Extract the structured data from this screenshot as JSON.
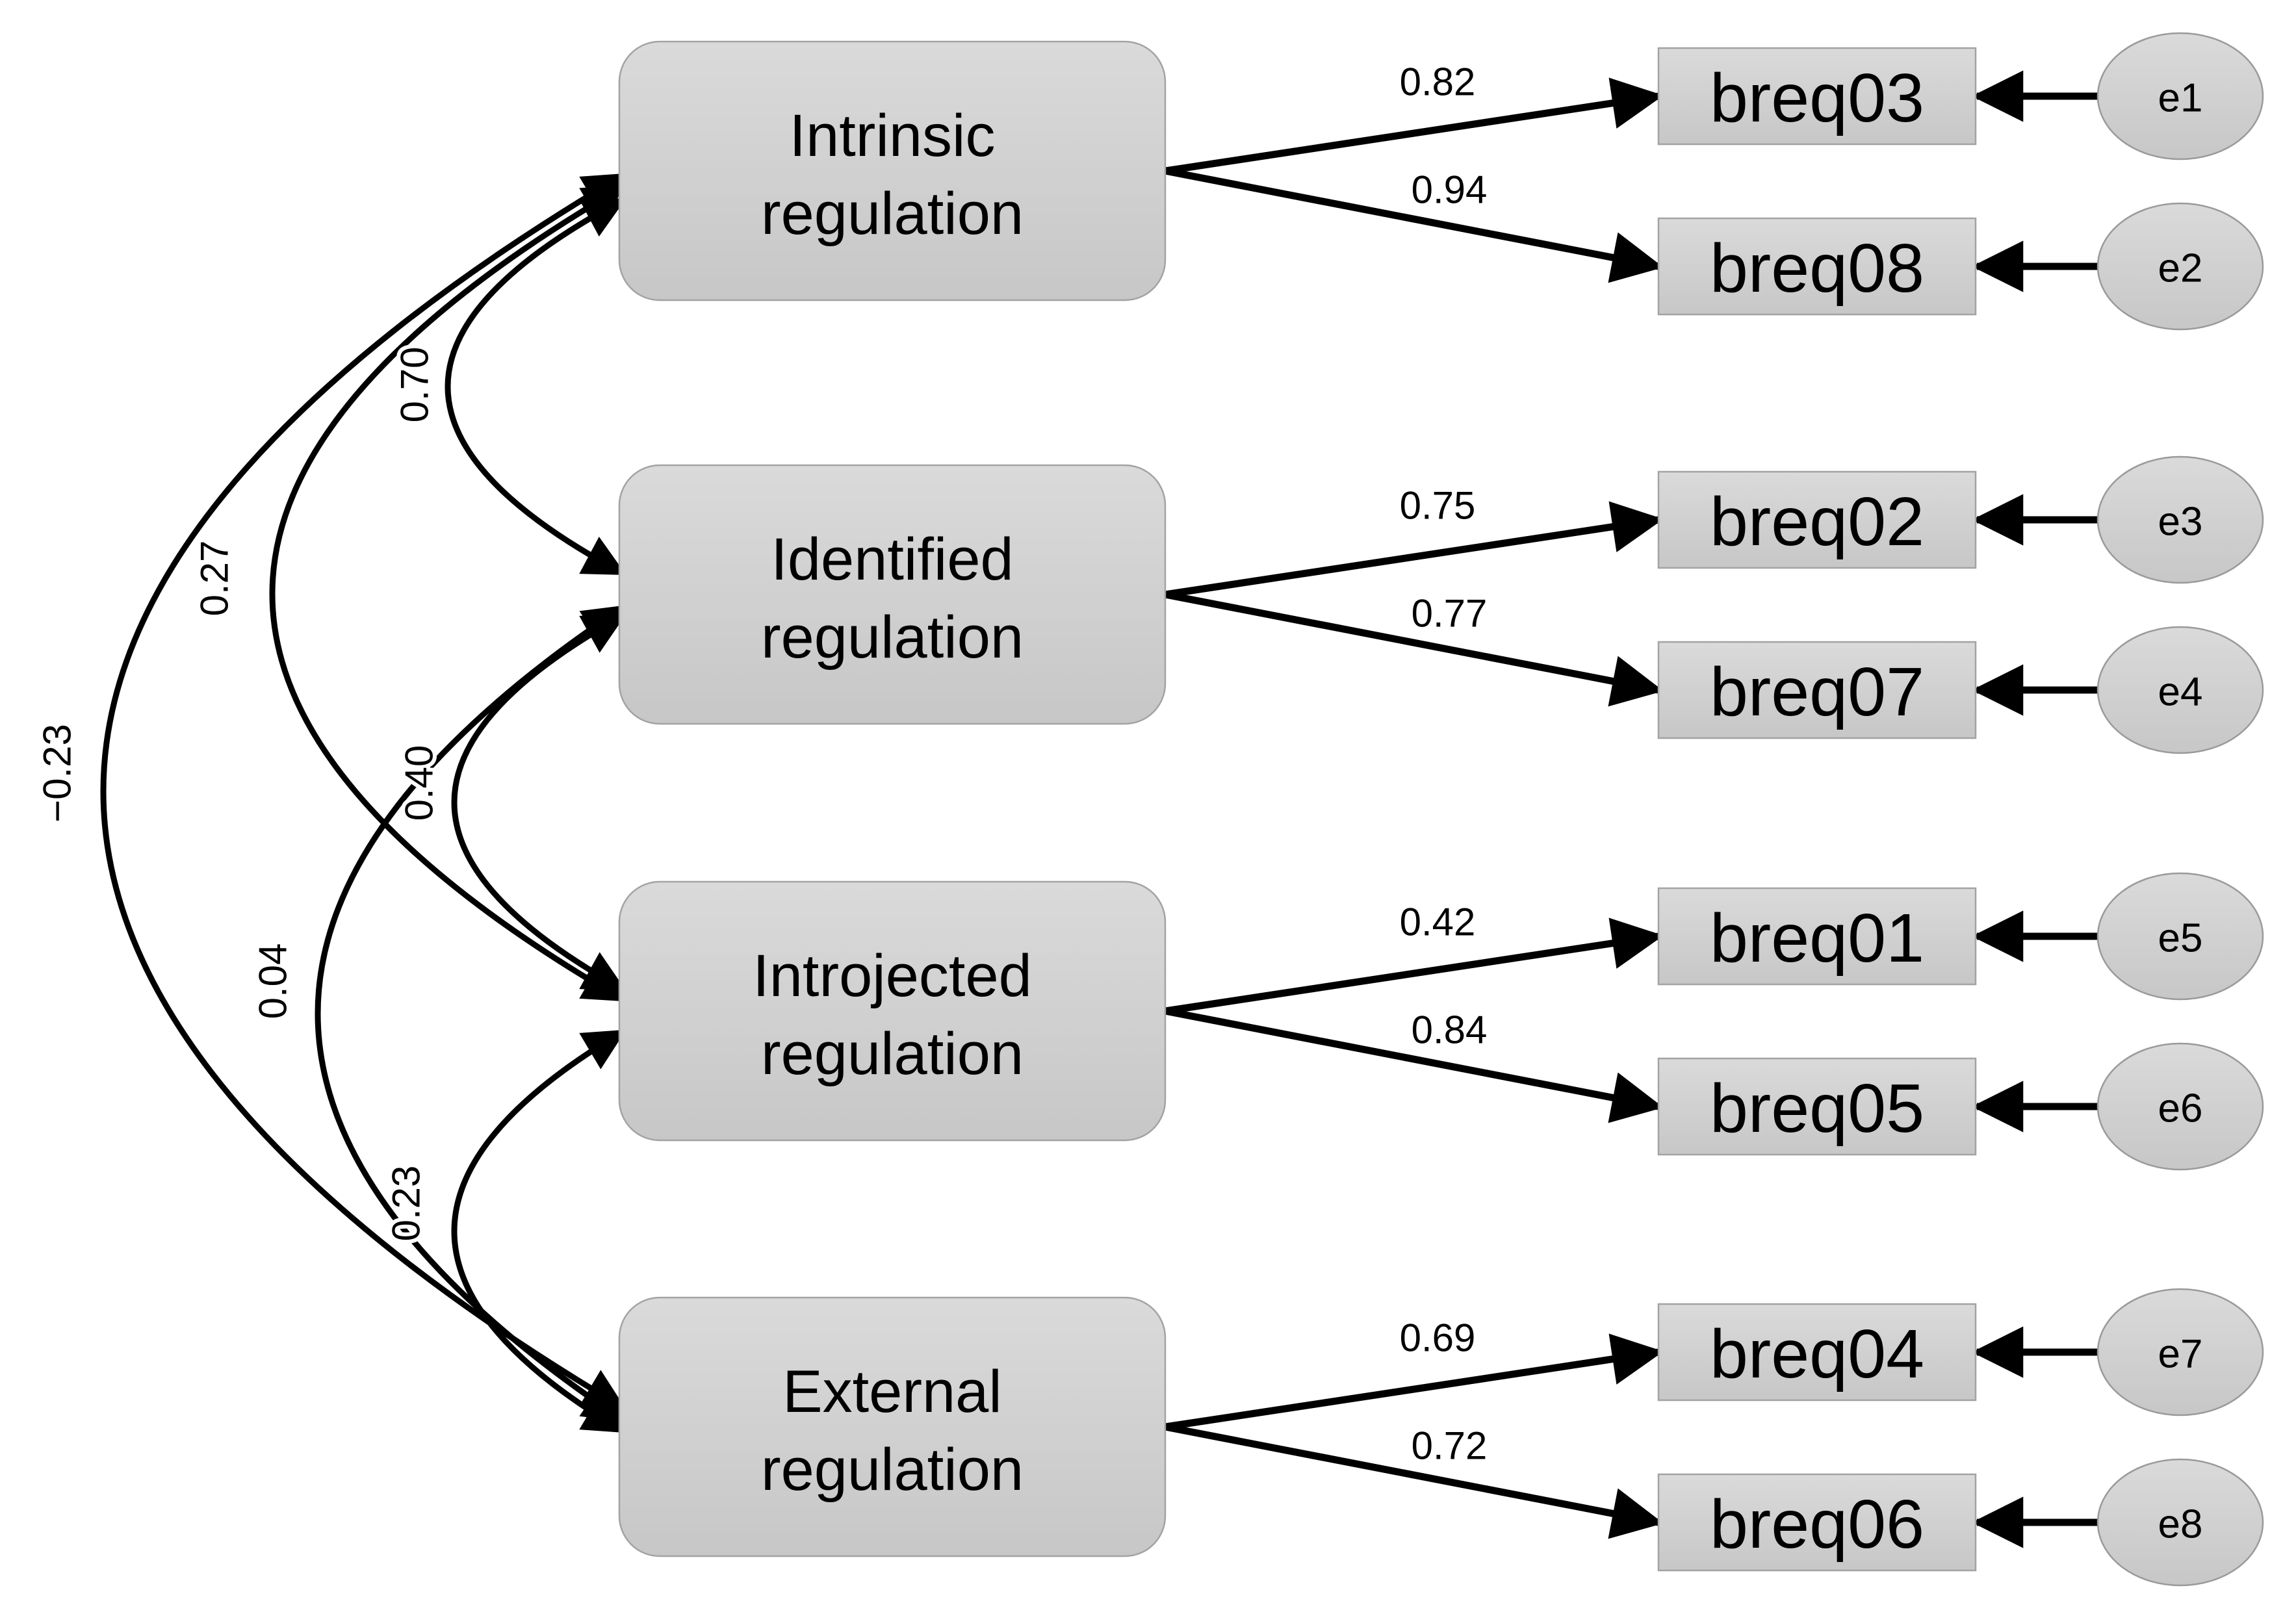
{
  "diagram": {
    "kind": "structural-equation-model-path-diagram",
    "latent_variables": [
      {
        "label": "Intrinsic regulation",
        "line1": "Intrinsic",
        "line2": "regulation"
      },
      {
        "label": "Identified regulation",
        "line1": "Identified",
        "line2": "regulation"
      },
      {
        "label": "Introjected regulation",
        "line1": "Introjected",
        "line2": "regulation"
      },
      {
        "label": "External regulation",
        "line1": "External",
        "line2": "regulation"
      }
    ],
    "observed_variables": [
      "breq03",
      "breq08",
      "breq02",
      "breq07",
      "breq01",
      "breq05",
      "breq04",
      "breq06"
    ],
    "error_terms": [
      "e1",
      "e2",
      "e3",
      "e4",
      "e5",
      "e6",
      "e7",
      "e8"
    ],
    "loadings": [
      {
        "from": "Intrinsic regulation",
        "to": "breq03",
        "value": "0.82"
      },
      {
        "from": "Intrinsic regulation",
        "to": "breq08",
        "value": "0.94"
      },
      {
        "from": "Identified regulation",
        "to": "breq02",
        "value": "0.75"
      },
      {
        "from": "Identified regulation",
        "to": "breq07",
        "value": "0.77"
      },
      {
        "from": "Introjected regulation",
        "to": "breq01",
        "value": "0.42"
      },
      {
        "from": "Introjected regulation",
        "to": "breq05",
        "value": "0.84"
      },
      {
        "from": "External regulation",
        "to": "breq04",
        "value": "0.69"
      },
      {
        "from": "External regulation",
        "to": "breq06",
        "value": "0.72"
      }
    ],
    "covariances": [
      {
        "between": [
          "Intrinsic regulation",
          "Identified regulation"
        ],
        "value": "0.70"
      },
      {
        "between": [
          "Intrinsic regulation",
          "Introjected regulation"
        ],
        "value": "0.27"
      },
      {
        "between": [
          "Intrinsic regulation",
          "External regulation"
        ],
        "value": "−0.23"
      },
      {
        "between": [
          "Identified regulation",
          "Introjected regulation"
        ],
        "value": "0.40"
      },
      {
        "between": [
          "Identified regulation",
          "External regulation"
        ],
        "value": "0.04"
      },
      {
        "between": [
          "Introjected regulation",
          "External regulation"
        ],
        "value": "0.23"
      }
    ],
    "colors": {
      "background": "#ffffff",
      "node_fill_top": "#dadada",
      "node_fill_bottom": "#c7c7c7",
      "node_border": "#a3a3a3",
      "line": "#000000",
      "text": "#000000"
    }
  }
}
